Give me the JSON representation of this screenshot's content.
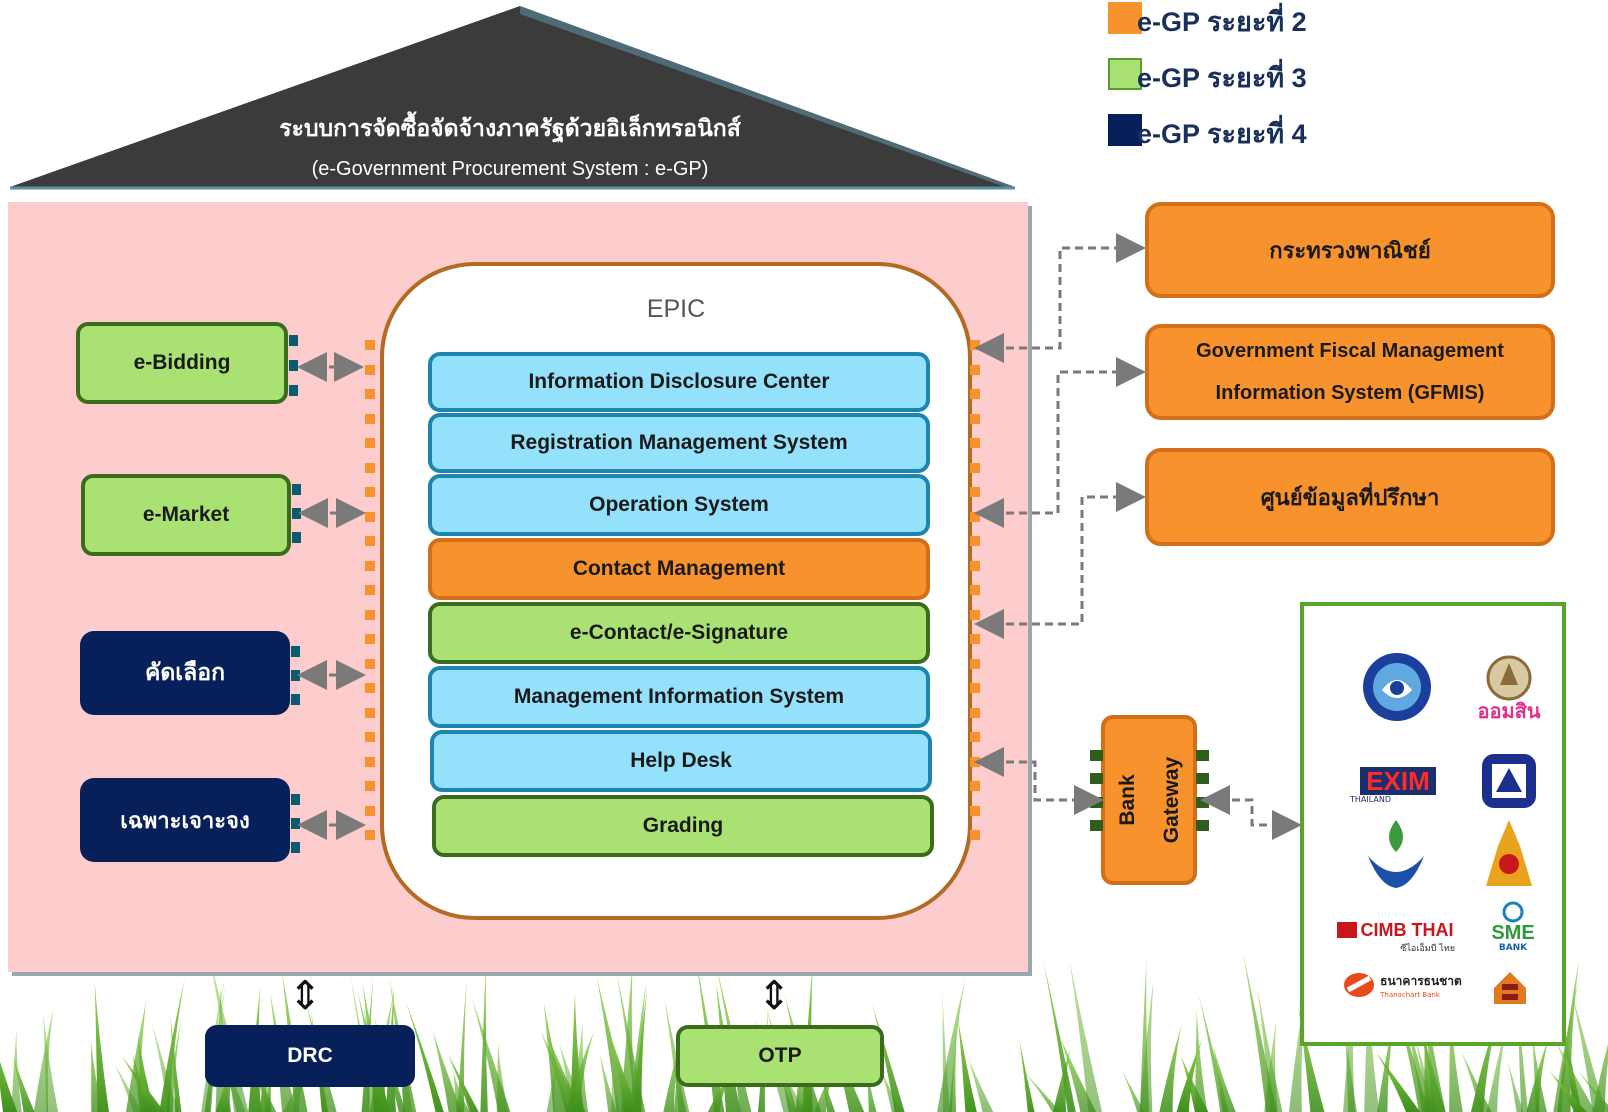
{
  "roof": {
    "title": "ระบบการจัดซื้อจัดจ้างภาครัฐด้วยอิเล็กทรอนิกส์",
    "subtitle": "(e-Government Procurement System : e-GP)"
  },
  "legend": [
    {
      "label": "e-GP ระยะที่ 2",
      "color": "#f7922c"
    },
    {
      "label": "e-GP ระยะที่ 3",
      "color": "#a9e272"
    },
    {
      "label": "e-GP ระยะที่ 4",
      "color": "#07205a"
    }
  ],
  "epic": {
    "title": "EPIC",
    "layers": [
      {
        "label": "Information Disclosure Center",
        "phase": "blue"
      },
      {
        "label": "Registration  Management System",
        "phase": "blue"
      },
      {
        "label": "Operation System",
        "phase": "blue"
      },
      {
        "label": "Contact Management",
        "phase": "orange"
      },
      {
        "label": "e-Contact/e-Signature",
        "phase": "green"
      },
      {
        "label": "Management Information System",
        "phase": "blue"
      },
      {
        "label": "Help Desk",
        "phase": "blue"
      },
      {
        "label": "Grading",
        "phase": "green"
      }
    ]
  },
  "modules": [
    {
      "label": "e-Bidding"
    },
    {
      "label": "e-Market"
    },
    {
      "label": "คัดเลือก"
    },
    {
      "label": "เฉพาะเจาะจง"
    }
  ],
  "external": [
    {
      "label": "กระทรวงพาณิชย์"
    },
    {
      "label": "Government Fiscal Management Information System (GFMIS)"
    },
    {
      "label": "ศูนย์ข้อมูลที่ปรึกษา"
    }
  ],
  "bank_gateway": {
    "line1": "Bank",
    "line2": "Gateway"
  },
  "banks": {
    "gsb": "ออมสิน",
    "exim": "EXIM",
    "exim_sub": "THAILAND",
    "cimb": "CIMB THAI",
    "cimb_sub": "ซีไอเอ็มบี ไทย",
    "sme": "SME",
    "sme_sub": "BANK",
    "thanachart": "ธนาคารธนชาต",
    "thanachart_sub": "Thanachart Bank"
  },
  "bottom": {
    "drc": "DRC",
    "otp": "OTP",
    "arrow": "⇕"
  }
}
